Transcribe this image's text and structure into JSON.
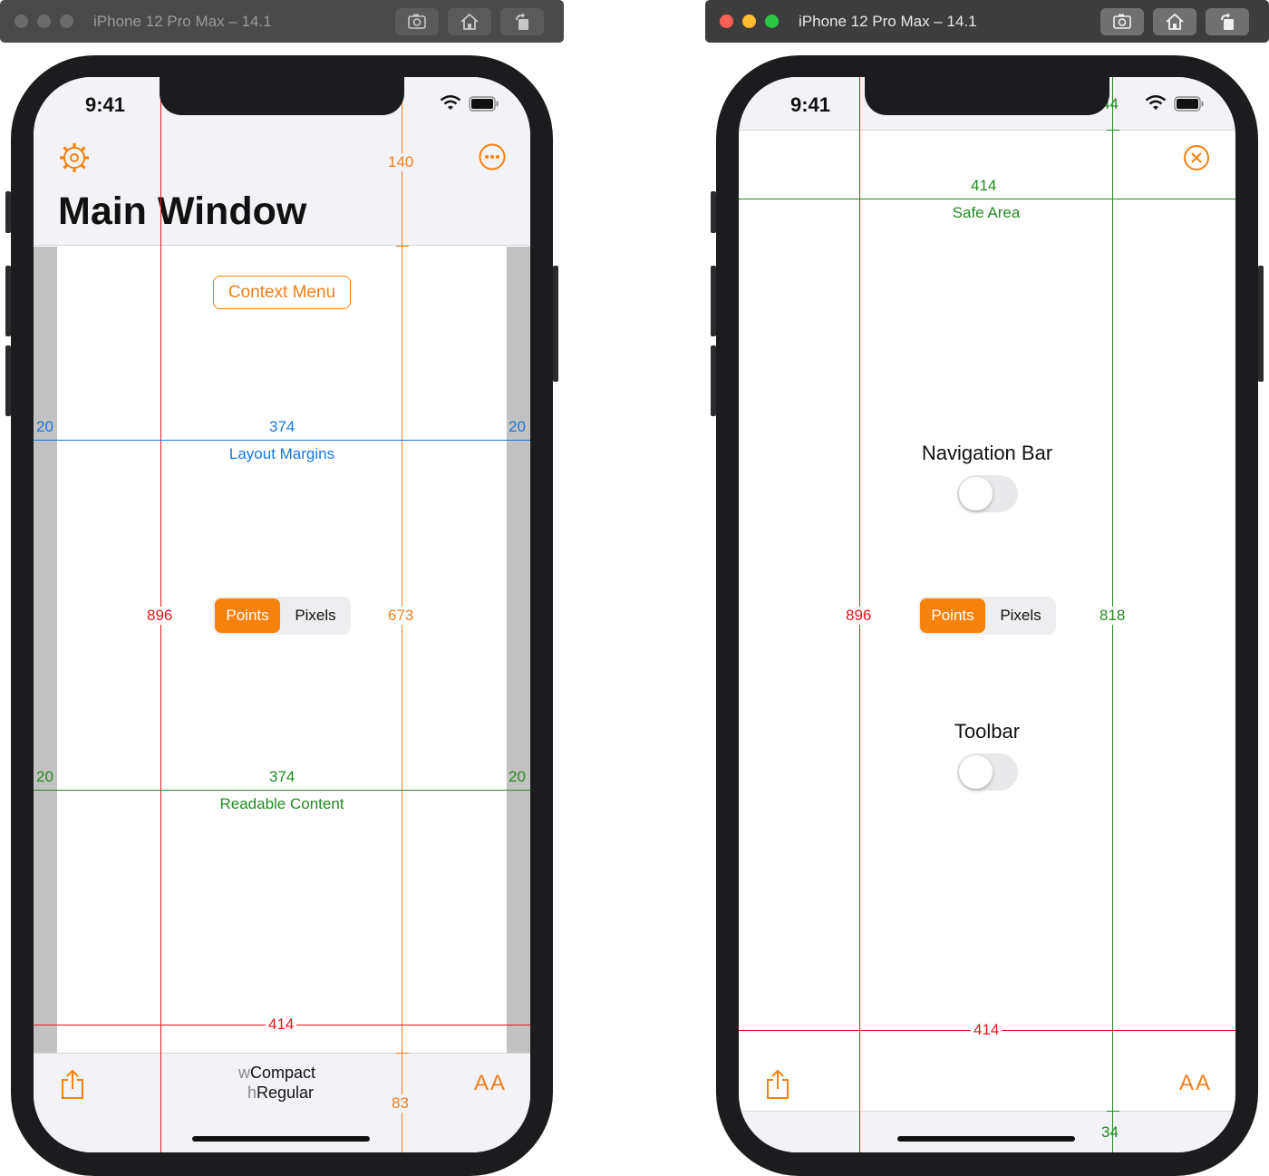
{
  "left_window": {
    "title": "iPhone 12 Pro Max – 14.1",
    "status": {
      "time": "9:41"
    },
    "nav": {
      "title": "Main Window"
    },
    "context_menu_label": "Context Menu",
    "segmented": {
      "selected": "Points",
      "other": "Pixels"
    },
    "measurements": {
      "height_total": "896",
      "nav_height": "140",
      "content_height": "673",
      "toolbar_height": "83",
      "width_total": "414",
      "layout_margin_left": "20",
      "layout_margin_width": "374",
      "layout_margin_right": "20",
      "layout_margins_label": "Layout Margins",
      "readable_left": "20",
      "readable_width": "374",
      "readable_right": "20",
      "readable_label": "Readable Content"
    },
    "toolbar": {
      "size_class_w_prefix": "w",
      "size_class_w": "Compact",
      "size_class_h_prefix": "h",
      "size_class_h": "Regular",
      "text_size_label": "AA"
    }
  },
  "right_window": {
    "title": "iPhone 12 Pro Max – 14.1",
    "status": {
      "time": "9:41"
    },
    "navigation_bar_label": "Navigation Bar",
    "navigation_bar_on": false,
    "toolbar_label": "Toolbar",
    "toolbar_on": false,
    "segmented": {
      "selected": "Points",
      "other": "Pixels"
    },
    "measurements": {
      "height_total": "896",
      "safe_top": "44",
      "safe_height": "818",
      "safe_bottom": "34",
      "width_total": "414",
      "safe_width": "414",
      "safe_area_label": "Safe Area"
    },
    "toolbar": {
      "text_size_label": "AA"
    }
  },
  "colors": {
    "accent": "#f7820d",
    "measure_red": "#e8151b",
    "measure_orange": "#f07f1c",
    "measure_blue": "#1679e0",
    "measure_green": "#228a22",
    "margin_gray": "#c2c2c2",
    "bar_bg": "#f3f3f7"
  }
}
